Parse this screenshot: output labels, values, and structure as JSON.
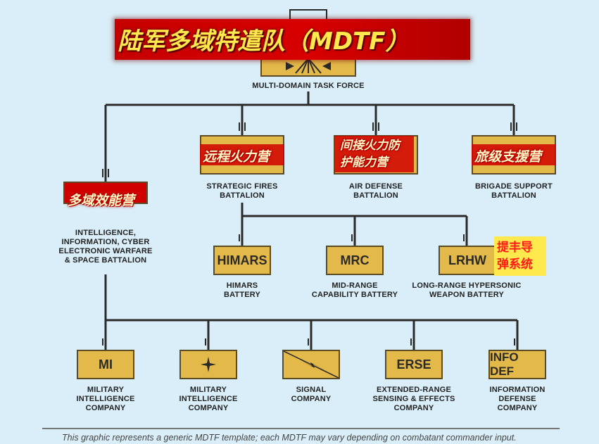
{
  "title_overlay": "陆军多域特遣队（MDTF）",
  "hq": {
    "label": "MULTI-DOMAIN TASK FORCE"
  },
  "battalions": [
    {
      "id": "mdeb",
      "cn": "多域效能营",
      "label": "INTELLIGENCE,\nINFORMATION, CYBER\nELECTRONIC WARFARE\n& SPACE BATTALION"
    },
    {
      "id": "sfb",
      "cn": "远程火力营",
      "label": "STRATEGIC FIRES\nBATTALION"
    },
    {
      "id": "adb",
      "cn": "间接火力防\n护能力营",
      "label": "AIR DEFENSE\nBATTALION"
    },
    {
      "id": "bsb",
      "cn": "旅级支援营",
      "label": "BRIGADE SUPPORT\nBATTALION"
    }
  ],
  "batteries": [
    {
      "abbr": "HIMARS",
      "label": "HIMARS\nBATTERY"
    },
    {
      "abbr": "MRC",
      "label": "MID-RANGE\nCAPABILITY BATTERY"
    },
    {
      "abbr": "LRHW",
      "label": "LONG-RANGE HYPERSONIC\nWEAPON BATTERY",
      "cn": "提丰导\n弹系统"
    }
  ],
  "companies": [
    {
      "abbr": "MI",
      "label": "MILITARY\nINTELLIGENCE\nCOMPANY"
    },
    {
      "abbr": "",
      "icon": "star-burst-icon",
      "label": "MILITARY\nINTELLIGENCE\nCOMPANY"
    },
    {
      "abbr": "",
      "icon": "lightning-icon",
      "label": "SIGNAL\nCOMPANY"
    },
    {
      "abbr": "ERSE",
      "label": "EXTENDED-RANGE\nSENSING & EFFECTS\nCOMPANY"
    },
    {
      "abbr": "INFO DEF",
      "label": "INFORMATION\nDEFENSE\nCOMPANY"
    }
  ],
  "footnote": "This graphic represents a generic MDTF template; each MDTF may vary depending on combatant commander input.",
  "colors": {
    "box_fill": "#e3b94a",
    "box_border": "#5a4a26",
    "line": "#2a2a2a",
    "highlight_red": "#d10000",
    "background": "#d9eef8"
  }
}
